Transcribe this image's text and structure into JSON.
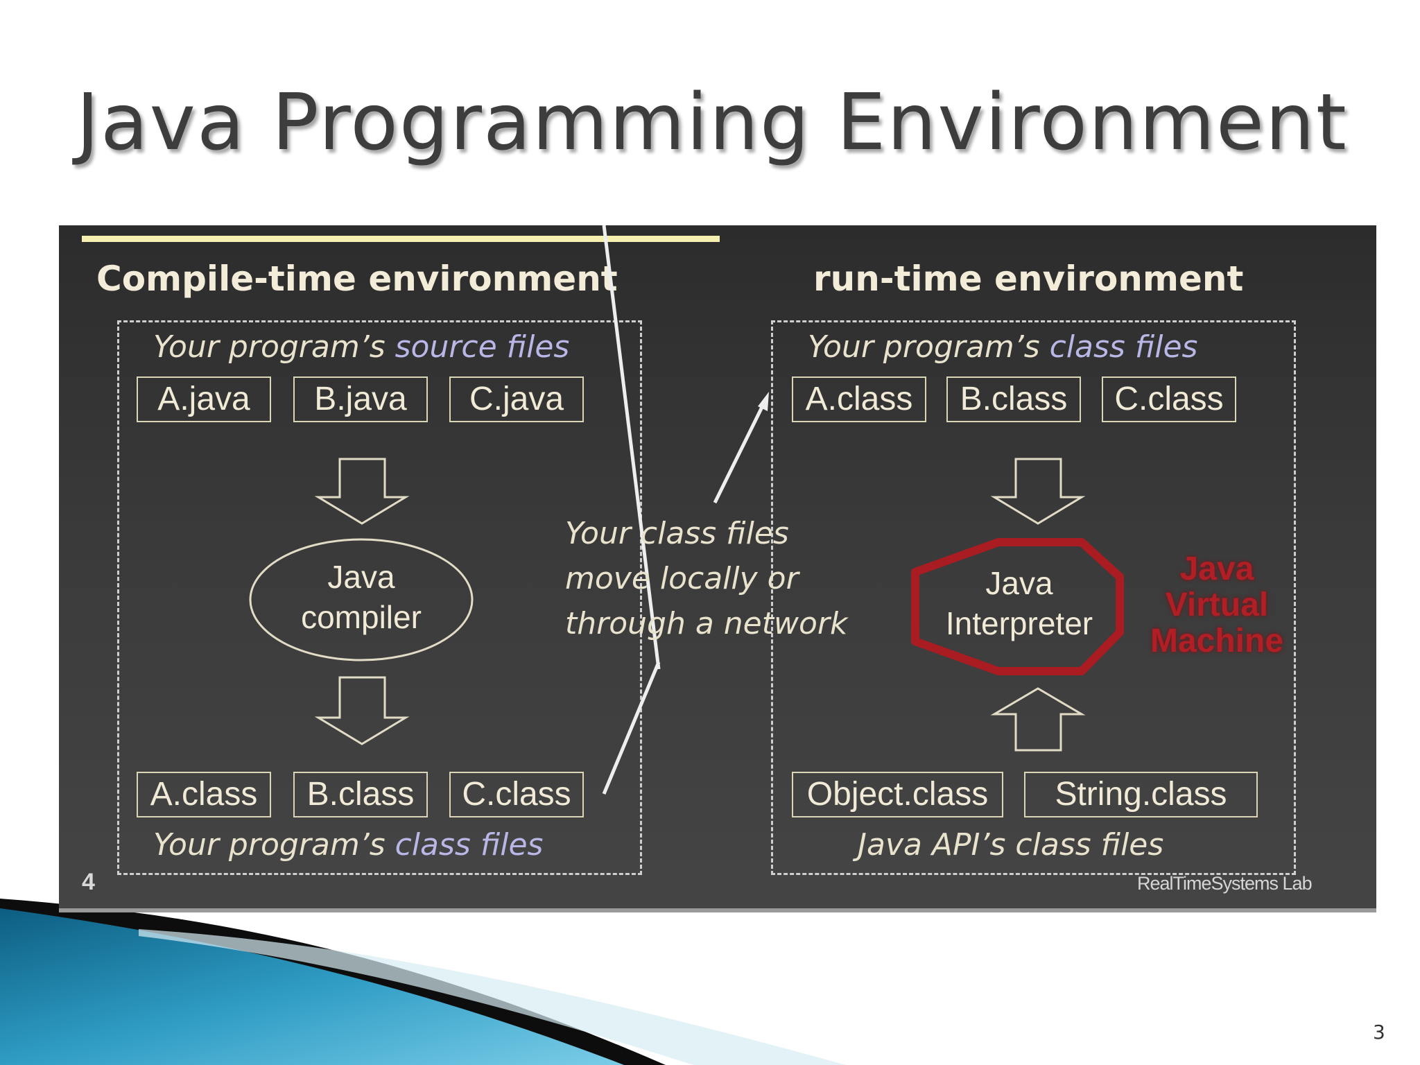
{
  "slide": {
    "title": "Java Programming Environment",
    "page_number": "3"
  },
  "diagram": {
    "compile_heading": "Compile-time environment",
    "run_heading": "run-time environment",
    "compile": {
      "source_caption_prefix": "Your program’s ",
      "source_caption_accent": "source files",
      "source_files": [
        "A.java",
        "B.java",
        "C.java"
      ],
      "compiler_label_line1": "Java",
      "compiler_label_line2": "compiler",
      "class_files": [
        "A.class",
        "B.class",
        "C.class"
      ],
      "class_caption_prefix": "Your program’s ",
      "class_caption_accent": "class files"
    },
    "transfer_note": {
      "line1": "Your class files",
      "line2": "move locally or",
      "line3": "through a network"
    },
    "runtime": {
      "class_caption_prefix": "Your program’s ",
      "class_caption_accent": "class files",
      "class_files": [
        "A.class",
        "B.class",
        "C.class"
      ],
      "interpreter_line1": "Java",
      "interpreter_line2": "Interpreter",
      "jvm_line1": "Java",
      "jvm_line2": "Virtual",
      "jvm_line3": "Machine",
      "api_files": [
        "Object.class",
        "String.class"
      ],
      "api_caption": "Java API’s class files"
    },
    "inner_slide_number": "4",
    "lab_name": "RealTimeSystems  Lab"
  },
  "colors": {
    "panel_bg": "#3a3a3a",
    "accent_text": "#b9b7e6",
    "jvm_red": "#b01f25",
    "highlight_bar": "#f5efb0"
  }
}
